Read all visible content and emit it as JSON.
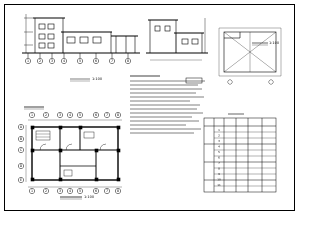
{
  "notes": {
    "scale_1": "1:100",
    "scale_2": "1:100",
    "scale_3": "1:100"
  },
  "table": {
    "header": "",
    "rows": [
      [
        "1",
        "",
        "",
        ""
      ],
      [
        "2",
        "",
        "",
        ""
      ],
      [
        "3",
        "",
        "",
        ""
      ],
      [
        "4",
        "",
        "",
        ""
      ],
      [
        "5",
        "",
        "",
        ""
      ],
      [
        "6",
        "",
        "",
        ""
      ],
      [
        "7",
        "",
        "",
        ""
      ],
      [
        "8",
        "",
        "",
        ""
      ],
      [
        "9",
        "",
        "",
        ""
      ],
      [
        "10",
        "",
        "",
        ""
      ],
      [
        "11",
        "",
        "",
        ""
      ]
    ]
  },
  "axis_numbers_top": [
    "1",
    "2",
    "3",
    "4",
    "5",
    "6",
    "7",
    "8"
  ],
  "axis_numbers_bottom": [
    "1",
    "2",
    "3",
    "4",
    "5",
    "6",
    "7",
    "8"
  ],
  "axis_letters_left": [
    "A",
    "B",
    "C",
    "D",
    "E"
  ],
  "colors": {
    "line": "#000000",
    "background": "#ffffff"
  }
}
